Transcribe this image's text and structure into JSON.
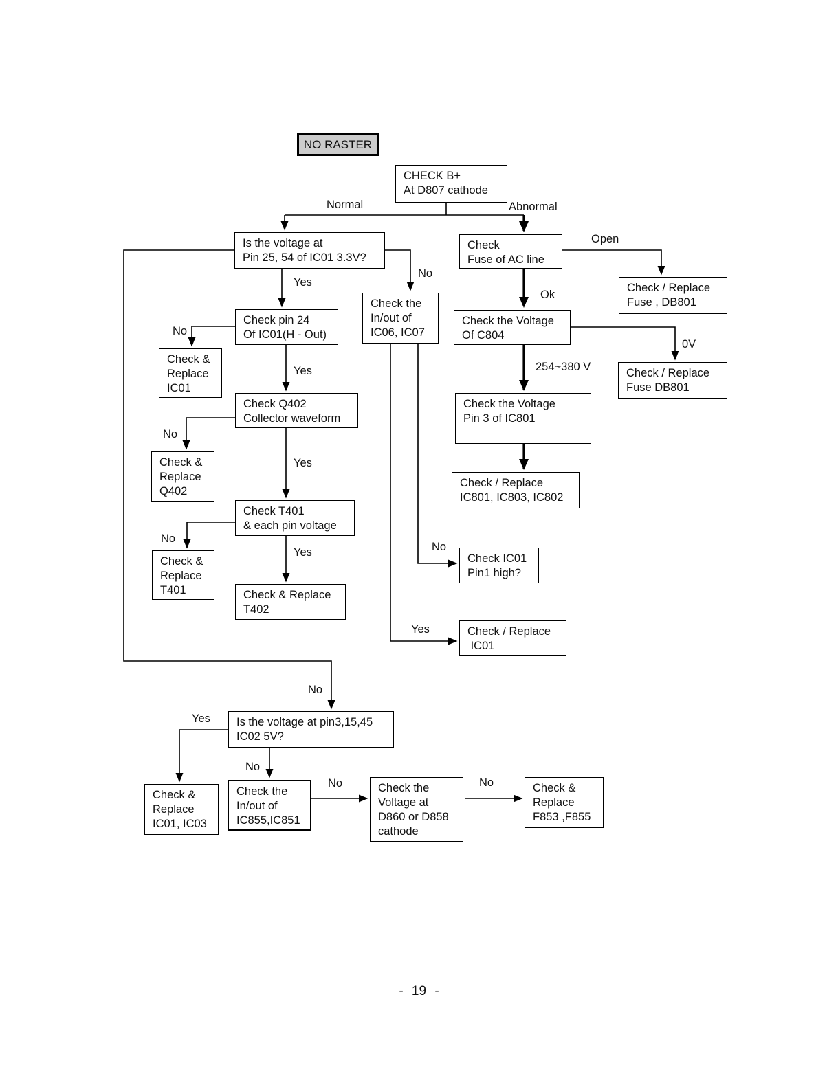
{
  "footer": "- 19 -",
  "colors": {
    "start_fill": "#cccccc",
    "line": "#000000",
    "box_border": "#000000"
  },
  "nodes": {
    "no_raster": "NO RASTER",
    "check_b": "CHECK B+\nAt D807 cathode",
    "q_ic01": "Is the voltage at\nPin 25, 54 of IC01 3.3V?",
    "fuse_ac": "Check\nFuse of AC line",
    "db801a": "Check / Replace\nFuse , DB801",
    "c804": "Check the Voltage\nOf C804",
    "db801b": "Check / Replace\nFuse DB801",
    "pin3_ic801": "Check the Voltage\nPin 3 of IC801",
    "ic801": "Check / Replace\nIC801, IC803, IC802",
    "pin24": "Check pin 24\nOf IC01(H - Out)",
    "r_ic01a": "Check &\nReplace\nIC01",
    "ic06": "Check the\nIn/out of\nIC06, IC07",
    "q402": "Check Q402\nCollector waveform",
    "r_q402": "Check &\nReplace\nQ402",
    "t401": "Check T401\n& each pin voltage",
    "r_t401": "Check &\nReplace\nT401",
    "t402": "Check & Replace\nT402",
    "ic01_pin1": "Check IC01\nPin1 high?",
    "r_ic01b": "Check / Replace\n IC01",
    "q_ic02": "Is the voltage at pin3,15,45\nIC02 5V?",
    "r_ic01_ic03": "Check &\nReplace\nIC01, IC03",
    "ic855": "Check the\nIn/out of\nIC855,IC851",
    "d860": "Check the\nVoltage at\nD860 or D858\ncathode",
    "f853": "Check &\nReplace\nF853 ,F855"
  },
  "labels": {
    "normal": "Normal",
    "abnormal": "Abnormal",
    "open": "Open",
    "ok": "Ok",
    "zero_volts": "0V",
    "voltage_range": "254~380 V",
    "yes": "Yes",
    "no": "No"
  }
}
